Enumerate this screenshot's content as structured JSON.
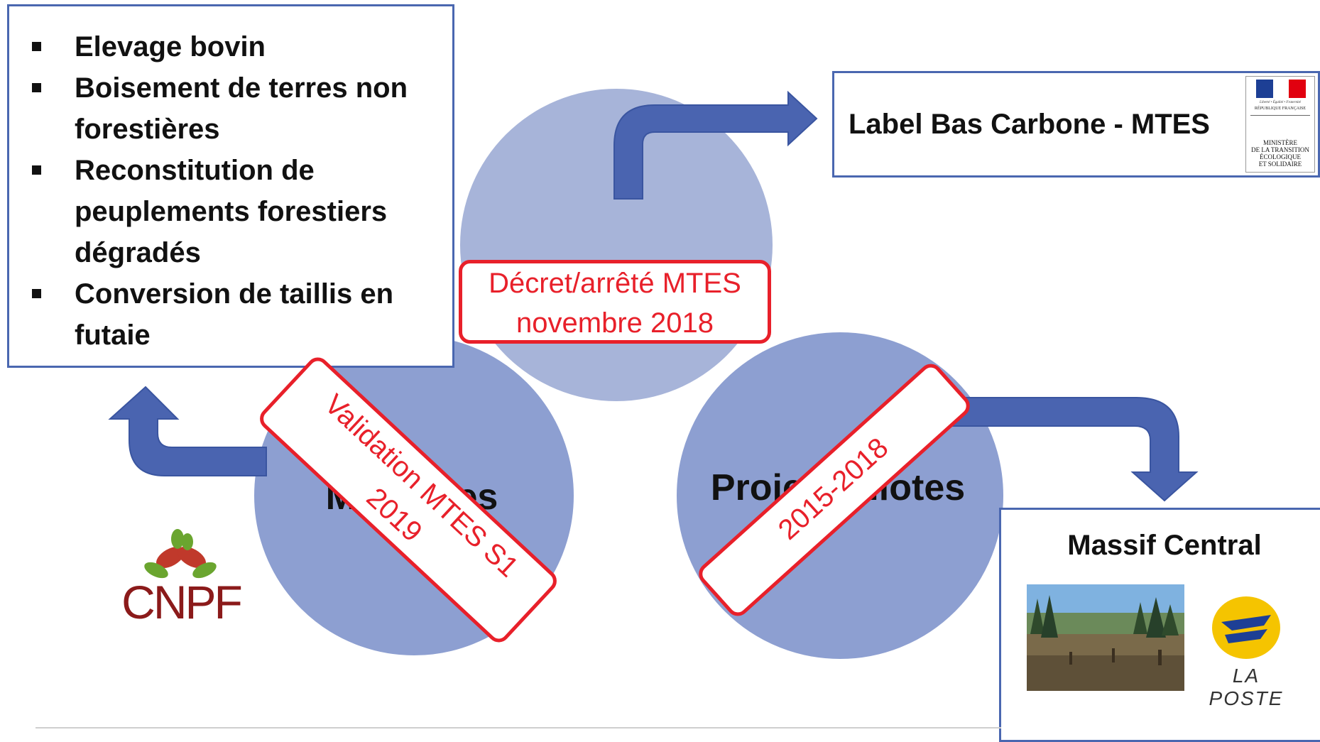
{
  "colors": {
    "circle_light": "#a7b4d9",
    "circle_mid": "#8d9fd1",
    "arrow_fill": "#4a64b0",
    "border_blue": "#4a67b0",
    "stamp_red": "#e8202a",
    "cnpf_red": "#8b1a1a"
  },
  "circles": {
    "top": {
      "label": ""
    },
    "left": {
      "label": "Méthodes"
    },
    "right": {
      "label": "Projets pilotes"
    }
  },
  "list_box": {
    "items": [
      "Elevage bovin",
      "Boisement de terres non forestières",
      "Reconstitution de peuplements forestiers dégradés",
      "Conversion de taillis en futaie"
    ]
  },
  "label_box": {
    "text": "Label Bas Carbone - MTES",
    "logo": {
      "motto": "Liberté • Égalité • Fraternité",
      "republic": "RÉPUBLIQUE FRANÇAISE",
      "ministry": "MINISTÈRE\nDE LA TRANSITION\nÉCOLOGIQUE\nET SOLIDAIRE"
    }
  },
  "stamps": {
    "decret": {
      "line1": "Décret/arrêté MTES",
      "line2": "novembre 2018"
    },
    "validation": {
      "line1": "Validation MTES S1",
      "line2": "2019"
    },
    "pilotes": {
      "line1": "2015-2018"
    }
  },
  "massif_box": {
    "title": "Massif Central",
    "logo_text": "LA POSTE"
  },
  "cnpf": {
    "text": "CNPF"
  }
}
